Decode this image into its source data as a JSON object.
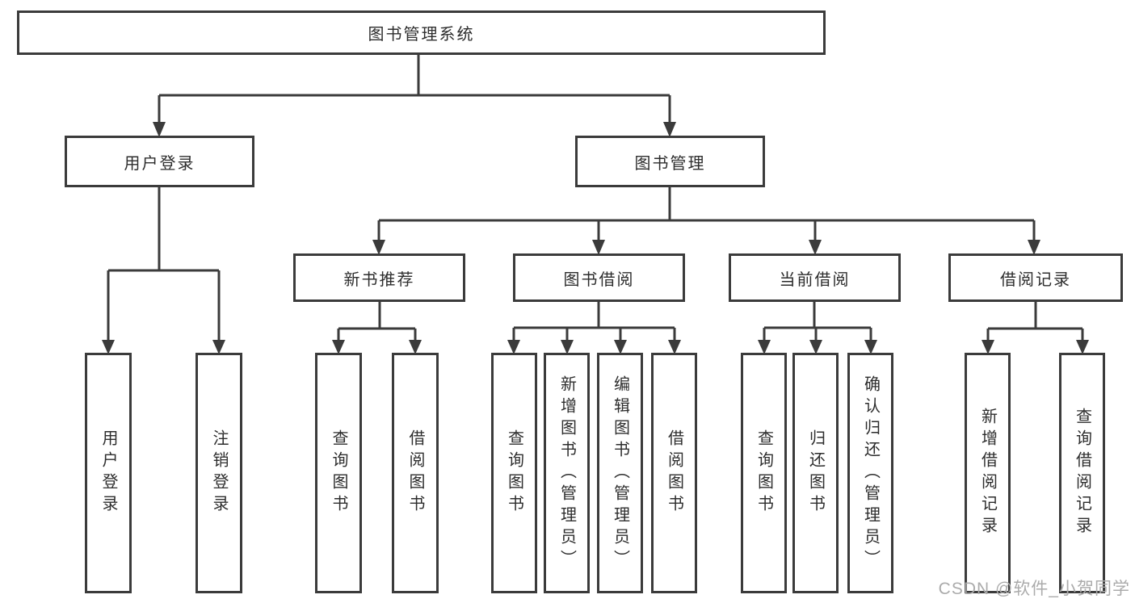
{
  "tree": {
    "root": "图书管理系统",
    "user_login": {
      "label": "用户登录",
      "children": [
        "用户登录",
        "注销登录"
      ]
    },
    "book_mgmt": {
      "label": "图书管理",
      "sections": {
        "new_books": {
          "label": "新书推荐",
          "children": [
            "查询图书",
            "借阅图书"
          ]
        },
        "borrowing": {
          "label": "图书借阅",
          "children": [
            "查询图书",
            "新增图书（管理员）",
            "编辑图书（管理员）",
            "借阅图书"
          ]
        },
        "current": {
          "label": "当前借阅",
          "children": [
            "查询图书",
            "归还图书",
            "确认归还（管理员）"
          ]
        },
        "records": {
          "label": "借阅记录",
          "children": [
            "新增借阅记录",
            "查询借阅记录"
          ]
        }
      }
    }
  },
  "watermark": "CSDN @软件_小贺同学",
  "colors": {
    "line": "#3b3b3b",
    "text": "#2d2d2d",
    "watermark": "#ababab"
  }
}
